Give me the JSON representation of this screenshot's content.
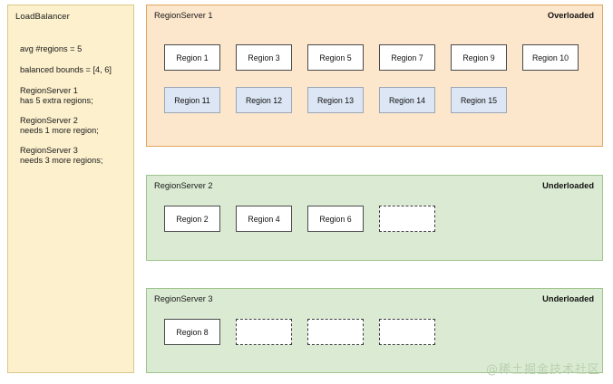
{
  "load_balancer": {
    "title": "LoadBalancer",
    "lines": [
      "avg #regions = 5",
      "balanced bounds = [4, 6]",
      "RegionServer 1",
      "has 5 extra regions;",
      "RegionServer 2",
      "needs 1 more region;",
      "RegionServer 3",
      "needs 3 more regions;"
    ],
    "avg_regions": "avg #regions = 5",
    "balanced_bounds": "balanced bounds = [4, 6]",
    "rs1_name": "RegionServer 1",
    "rs1_note": "has 5 extra regions;",
    "rs2_name": "RegionServer 2",
    "rs2_note": "needs 1 more region;",
    "rs3_name": "RegionServer 3",
    "rs3_note": "needs 3 more regions;"
  },
  "servers": [
    {
      "title": "RegionServer 1",
      "status": "Overloaded",
      "state": "overloaded",
      "color": "#fce6cc",
      "border": "#e0a75c",
      "rows": [
        {
          "style": "white",
          "boxes": [
            "Region 1",
            "Region 3",
            "Region 5",
            "Region 7",
            "Region 9",
            "Region 10"
          ]
        },
        {
          "style": "blue",
          "boxes": [
            "Region 11",
            "Region 12",
            "Region 13",
            "Region 14",
            "Region 15"
          ]
        }
      ]
    },
    {
      "title": "RegionServer 2",
      "status": "Underloaded",
      "state": "underloaded",
      "color": "#dbebd3",
      "border": "#9ec48c",
      "rows": [
        {
          "style": "white",
          "boxes": [
            "Region 2",
            "Region 4",
            "Region 6",
            ""
          ]
        }
      ]
    },
    {
      "title": "RegionServer 3",
      "status": "Underloaded",
      "state": "underloaded",
      "color": "#dbebd3",
      "border": "#9ec48c",
      "rows": [
        {
          "style": "white",
          "boxes": [
            "Region 8",
            "",
            "",
            ""
          ]
        }
      ]
    }
  ],
  "watermark": "@稀土掘金技术社区"
}
